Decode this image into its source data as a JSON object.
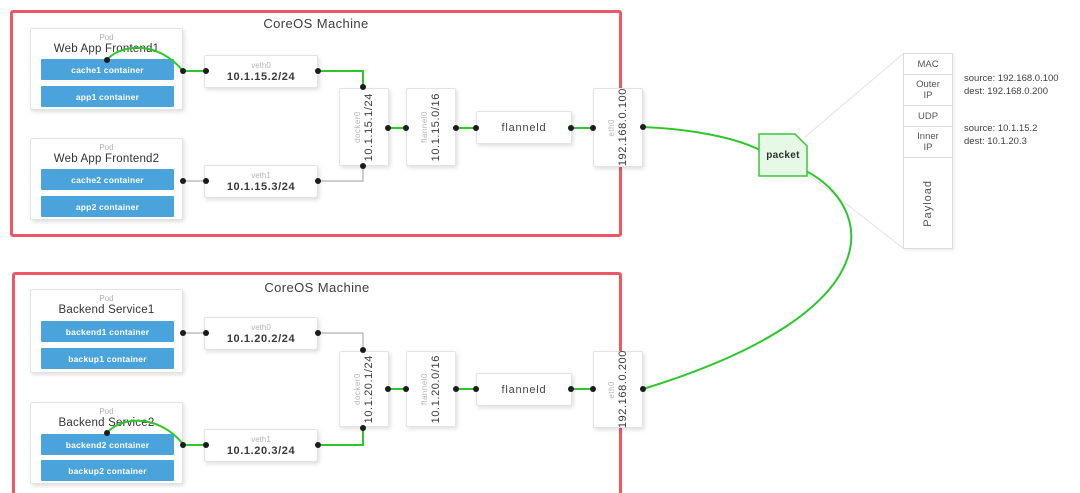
{
  "machines": [
    {
      "title": "CoreOS Machine",
      "pods": [
        {
          "type_label": "Pod",
          "name": "Web App Frontend1",
          "containers": [
            "cache1 container",
            "app1 container"
          ]
        },
        {
          "type_label": "Pod",
          "name": "Web App Frontend2",
          "containers": [
            "cache2 container",
            "app2 container"
          ]
        }
      ],
      "veths": [
        {
          "label": "veth0",
          "ip": "10.1.15.2/24"
        },
        {
          "label": "veth1",
          "ip": "10.1.15.3/24"
        }
      ],
      "bridge": {
        "label": "docker0",
        "ip": "10.1.15.1/24"
      },
      "overlay": {
        "label": "flannel0",
        "ip": "10.1.15.0/16"
      },
      "daemon": "flanneld",
      "nic": {
        "label": "eth0",
        "ip": "192.168.0.100"
      }
    },
    {
      "title": "CoreOS Machine",
      "pods": [
        {
          "type_label": "Pod",
          "name": "Backend Service1",
          "containers": [
            "backend1 container",
            "backup1 container"
          ]
        },
        {
          "type_label": "Pod",
          "name": "Backend Service2",
          "containers": [
            "backend2 container",
            "backup2 container"
          ]
        }
      ],
      "veths": [
        {
          "label": "veth0",
          "ip": "10.1.20.2/24"
        },
        {
          "label": "veth1",
          "ip": "10.1.20.3/24"
        }
      ],
      "bridge": {
        "label": "docker0",
        "ip": "10.1.20.1/24"
      },
      "overlay": {
        "label": "flannel0",
        "ip": "10.1.20.0/16"
      },
      "daemon": "flanneld",
      "nic": {
        "label": "eth0",
        "ip": "192.168.0.200"
      }
    }
  ],
  "packet": {
    "label": "packet"
  },
  "packet_structure": {
    "segments": [
      "MAC",
      "Outer IP",
      "UDP",
      "Inner IP",
      "Payload"
    ],
    "outer_ip_annotation": {
      "source": "source: 192.168.0.100",
      "dest": "dest: 192.168.0.200"
    },
    "inner_ip_annotation": {
      "source": "source: 10.1.15.2",
      "dest": "dest: 10.1.20.3"
    }
  },
  "colors": {
    "machine_border": "#ee5766",
    "active_path_green": "#2dc62d",
    "container_blue": "#4aa3da",
    "packet_fill": "#e6f9e6",
    "packet_border": "#37c837",
    "inactive_wire_gray": "#9e9e9e"
  }
}
